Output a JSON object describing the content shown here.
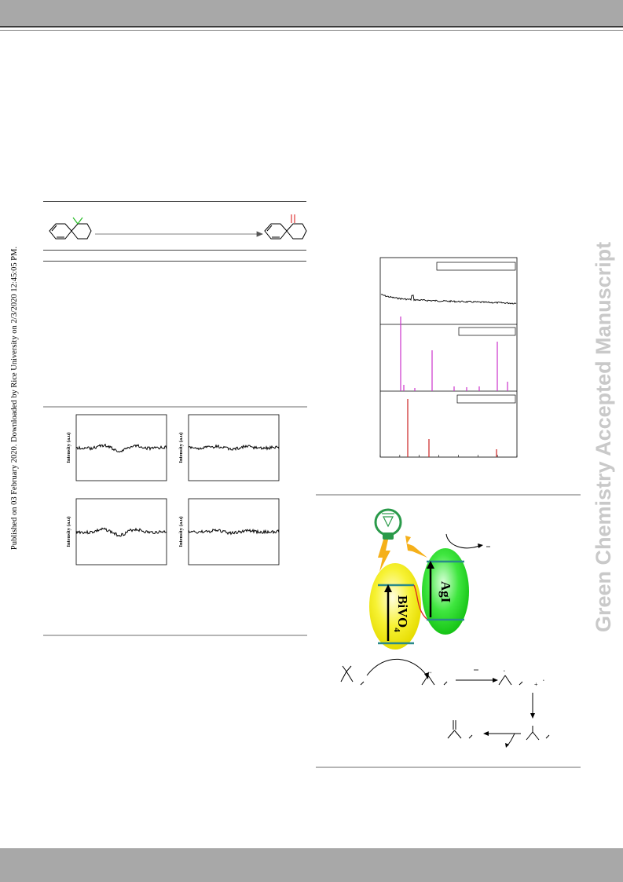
{
  "side_note": "Published on 03 February 2020. Downloaded by Rice University on 2/3/2020 12:45:05 PM.",
  "watermark": "Green Chemistry Accepted Manuscript",
  "epr_panels": [
    {
      "ylabel": "Intensity (a.u)"
    },
    {
      "ylabel": "Intensity (a.u)"
    },
    {
      "ylabel": "Intensity (a.u)"
    },
    {
      "ylabel": "Intensity (a.u)"
    }
  ],
  "mechanism": {
    "catalyst_a": "AgI",
    "catalyst_b": "BiVO",
    "catalyst_b_sub": "4"
  },
  "colors": {
    "bar_gray": "#a8a8a8",
    "xrd_magenta": "#cc33cc",
    "xrd_red": "#cc2222",
    "agi_green": "#22dd22",
    "bivo4_yellow": "#f5f020",
    "lightning": "#f5b01a",
    "bulb_green": "#2a9a4a"
  }
}
